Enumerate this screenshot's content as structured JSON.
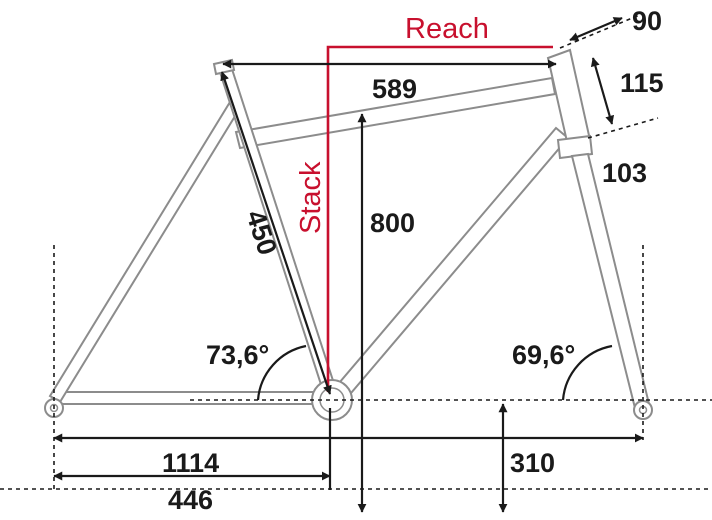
{
  "labels": {
    "reach": "Reach",
    "stack": "Stack",
    "top_tube": "589",
    "stack_value": "800",
    "seat_tube": "450",
    "head_tube": "115",
    "offset": "90",
    "fork": "103",
    "seat_angle": "73,6°",
    "head_angle": "69,6°",
    "wheelbase": "1114",
    "chainstay": "446",
    "bb_drop": "310"
  },
  "colors": {
    "accent": "#c8102e",
    "frame": "#8c8c8c",
    "dimension": "#1a1a1a"
  }
}
